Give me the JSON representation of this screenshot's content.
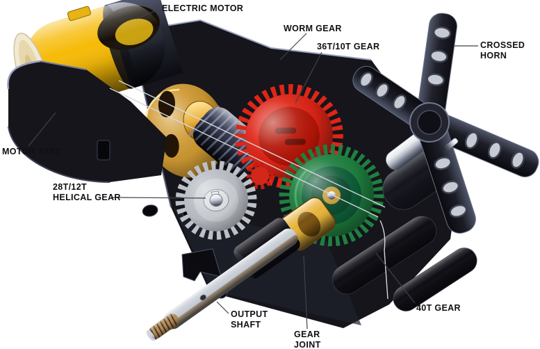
{
  "labels": {
    "electric_motor": {
      "lines": [
        "ELECTRIC MOTOR"
      ]
    },
    "worm_gear": {
      "lines": [
        "WORM GEAR"
      ]
    },
    "gear_36t_10t": {
      "lines": [
        "36T/10T GEAR"
      ]
    },
    "crossed_horn": {
      "lines": [
        "CROSSED",
        "HORN"
      ]
    },
    "motor_stay": {
      "lines": [
        "MOTOR STAY"
      ]
    },
    "helical_gear_28t_12t": {
      "lines": [
        "28T/12T",
        "HELICAL GEAR"
      ]
    },
    "output_shaft": {
      "lines": [
        "OUTPUT",
        "SHAFT"
      ]
    },
    "gear_joint": {
      "lines": [
        "GEAR",
        "JOINT"
      ]
    },
    "gear_40t": {
      "lines": [
        "40T GEAR"
      ]
    }
  },
  "colors": {
    "background": "#ffffff",
    "label_text": "#101010",
    "motor_yellow": "#f6bb08",
    "motor_cap_cream": "#f1e9d2",
    "plate_gold": "#d09a33",
    "gear_red": "#df2517",
    "gear_green": "#1f8040",
    "gear_silver": "#bcc0c7",
    "joint_gold": "#e7b33a",
    "housing_black": "#15151b",
    "metal_silver": "#c9ced6",
    "steel_blue_edge": "#96a0bd"
  }
}
